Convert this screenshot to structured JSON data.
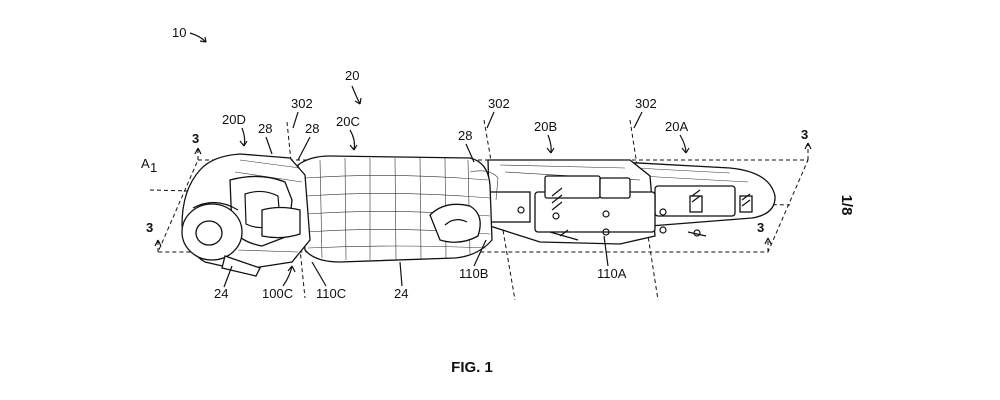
{
  "figure": {
    "reference_main": "10",
    "reference_assembly": "20",
    "caption": "FIG. 1",
    "sheet": "1/8",
    "axis_label": "A",
    "axis_subscript": "1",
    "section_marks": [
      "3",
      "3",
      "3",
      "3"
    ],
    "labels": {
      "l_20D": "20D",
      "l_20C": "20C",
      "l_20B": "20B",
      "l_20A": "20A",
      "l_302a": "302",
      "l_302b": "302",
      "l_302c": "302",
      "l_28a": "28",
      "l_28b": "28",
      "l_28c": "28",
      "l_24a": "24",
      "l_24b": "24",
      "l_100C": "100C",
      "l_110C": "110C",
      "l_110B": "110B",
      "l_110A": "110A"
    }
  }
}
